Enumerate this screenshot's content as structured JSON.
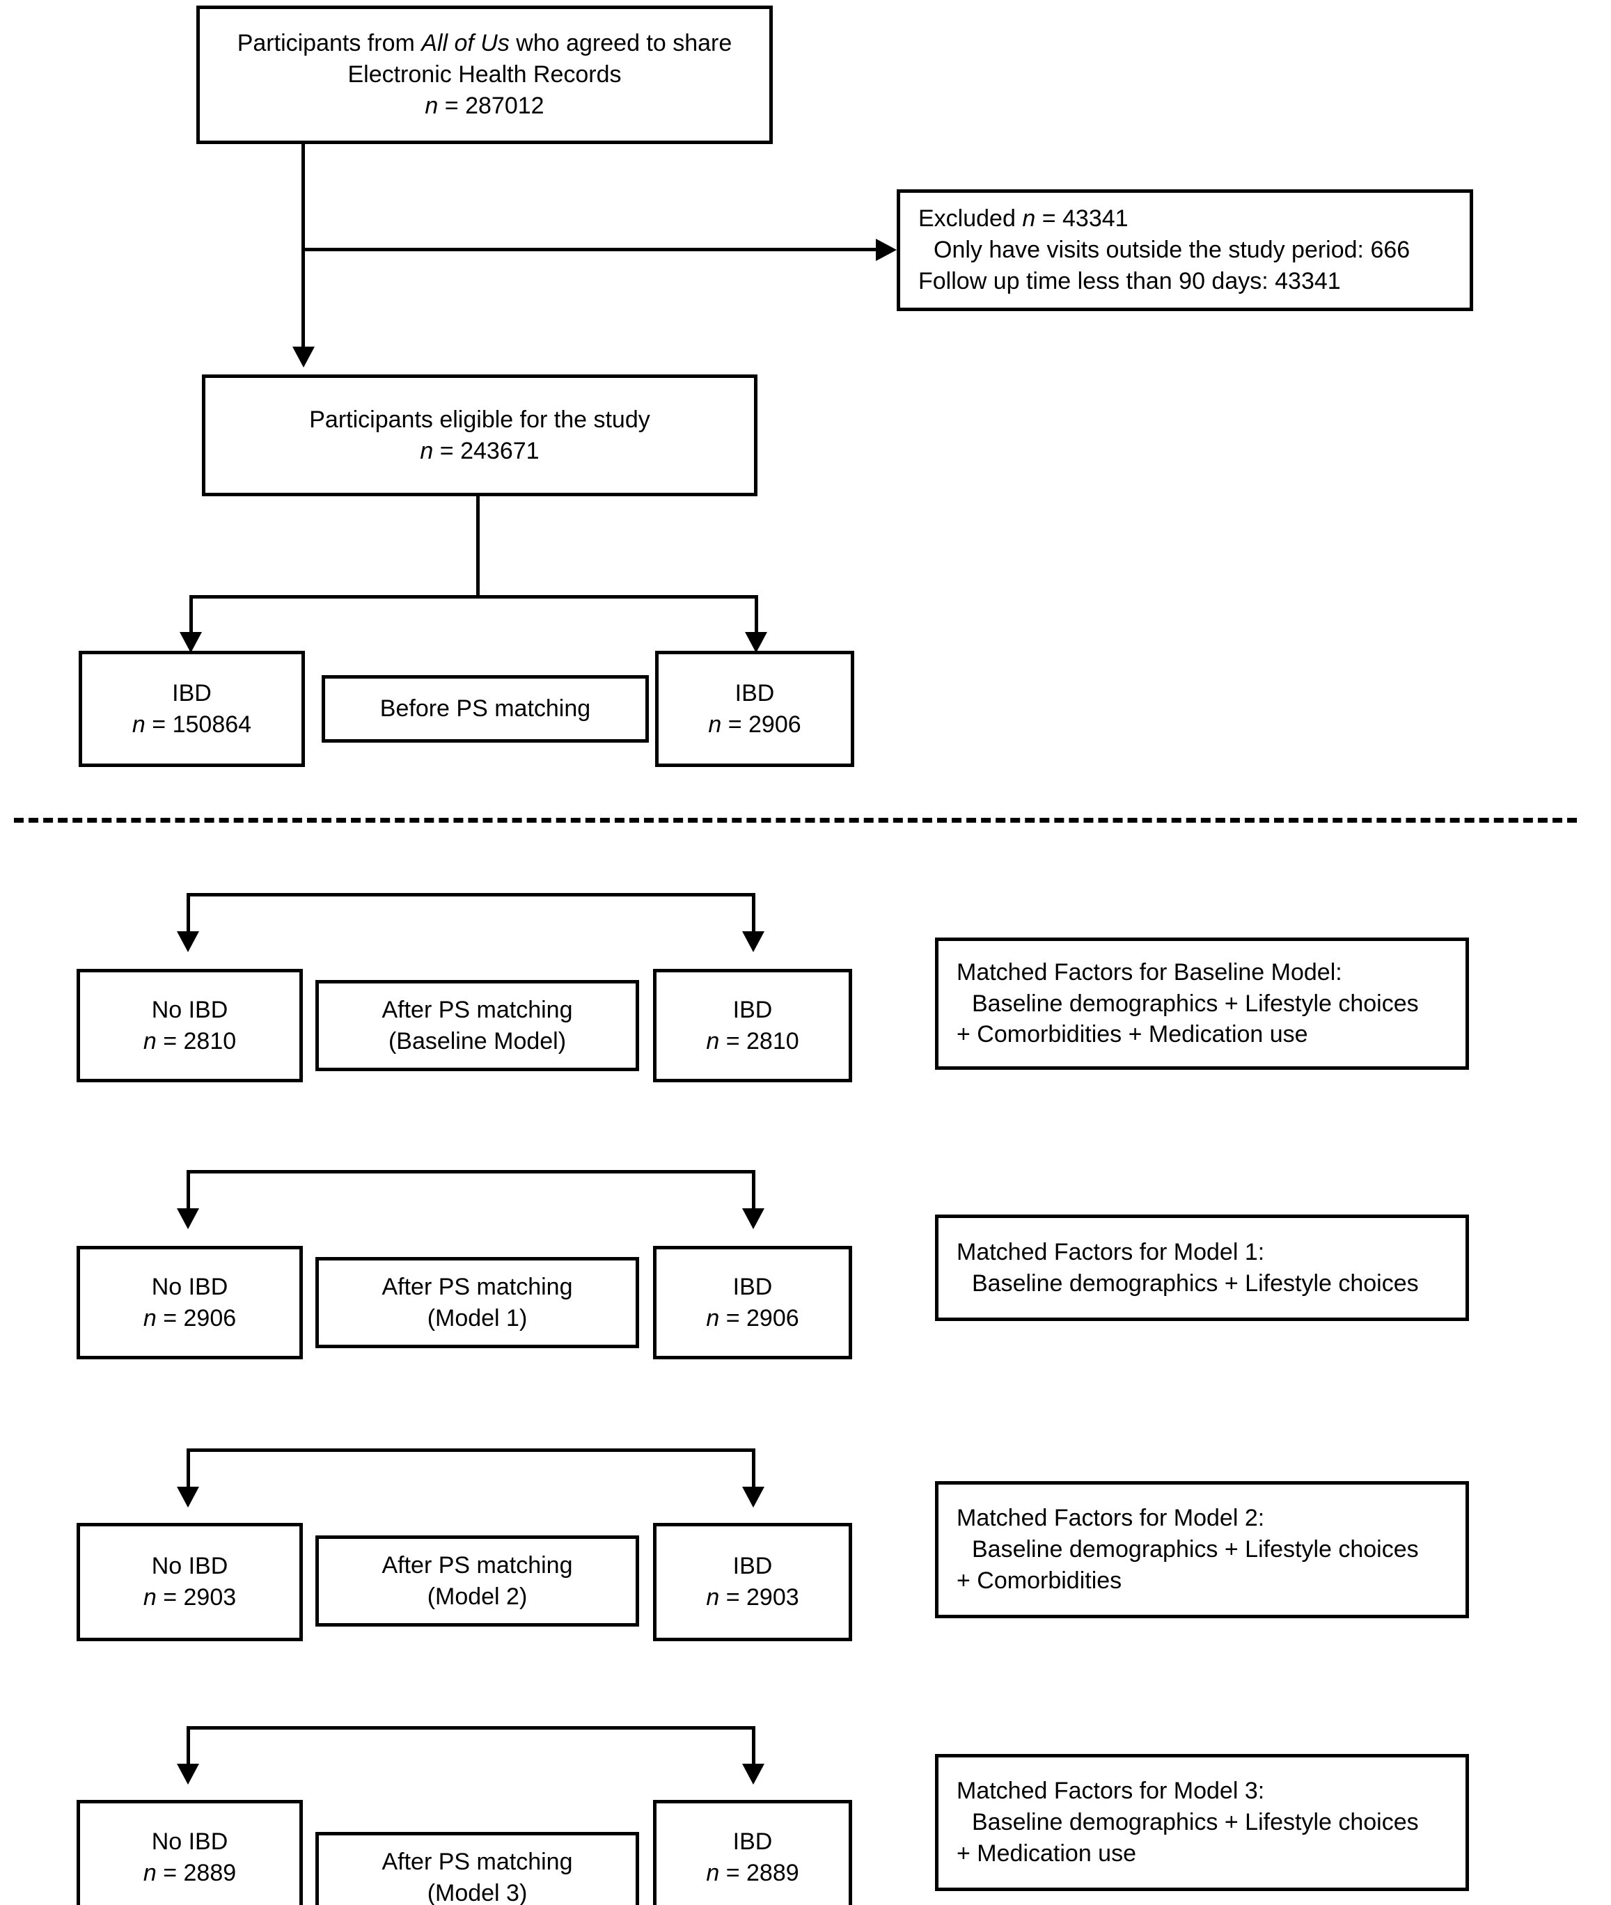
{
  "figure": {
    "type": "flowchart",
    "title": "Study participant selection and propensity-score matching flow diagram"
  },
  "nodes": {
    "source_cohort": {
      "line1_pre": "Participants from ",
      "line1_italic": "All of Us",
      "line1_post": " who agreed to share",
      "line2": "Electronic Health Records",
      "n_label": "n",
      "n_eq": " = ",
      "n_value": "287012"
    },
    "excluded": {
      "line1_pre": "Excluded ",
      "line1_italic": "n",
      "line1_post": " = 43341",
      "line2": "Only have visits outside the study period: 666",
      "line3": "Follow up time less than 90 days: 43341"
    },
    "eligible": {
      "line1": "Participants eligible for the study",
      "n_label": "n",
      "n_eq": " = ",
      "n_value": "243671"
    }
  },
  "rows": [
    {
      "id": "before-ps-matching",
      "middle_line1": "Before PS matching",
      "middle_line2": "",
      "left": {
        "label": "IBD",
        "n_label": "n",
        "n_eq": " = ",
        "n_value": "150864"
      },
      "right": {
        "label": "IBD",
        "n_label": "n",
        "n_eq": " = ",
        "n_value": "2906"
      },
      "factors": null
    },
    {
      "id": "baseline-model",
      "middle_line1": "After PS matching",
      "middle_line2": "(Baseline Model)",
      "left": {
        "label": "No IBD",
        "n_label": "n",
        "n_eq": " = ",
        "n_value": "2810"
      },
      "right": {
        "label": "IBD",
        "n_label": "n",
        "n_eq": " = ",
        "n_value": "2810"
      },
      "factors": {
        "heading": "Matched Factors for Baseline Model:",
        "line2": "Baseline demographics + Lifestyle choices",
        "line3": "+ Comorbidities + Medication use"
      }
    },
    {
      "id": "model-1",
      "middle_line1": "After PS matching",
      "middle_line2": "(Model 1)",
      "left": {
        "label": "No IBD",
        "n_label": "n",
        "n_eq": " = ",
        "n_value": "2906"
      },
      "right": {
        "label": "IBD",
        "n_label": "n",
        "n_eq": " = ",
        "n_value": "2906"
      },
      "factors": {
        "heading": "Matched Factors for Model 1:",
        "line2": "Baseline demographics + Lifestyle choices",
        "line3": ""
      }
    },
    {
      "id": "model-2",
      "middle_line1": "After PS matching",
      "middle_line2": "(Model 2)",
      "left": {
        "label": "No IBD",
        "n_label": "n",
        "n_eq": " = ",
        "n_value": "2903"
      },
      "right": {
        "label": "IBD",
        "n_label": "n",
        "n_eq": " = ",
        "n_value": "2903"
      },
      "factors": {
        "heading": "Matched Factors for Model 2:",
        "line2": "Baseline demographics + Lifestyle choices",
        "line3": "+ Comorbidities"
      }
    },
    {
      "id": "model-3",
      "middle_line1": "After PS matching",
      "middle_line2": "(Model 3)",
      "left": {
        "label": "No IBD",
        "n_label": "n",
        "n_eq": " = ",
        "n_value": "2889"
      },
      "right": {
        "label": "IBD",
        "n_label": "n",
        "n_eq": " = ",
        "n_value": "2889"
      },
      "factors": {
        "heading": "Matched Factors for Model 3:",
        "line2": "Baseline demographics + Lifestyle choices",
        "line3": "+ Medication use"
      }
    }
  ],
  "colors": {
    "stroke": "#000000",
    "fill": "#ffffff",
    "text": "#000000"
  }
}
